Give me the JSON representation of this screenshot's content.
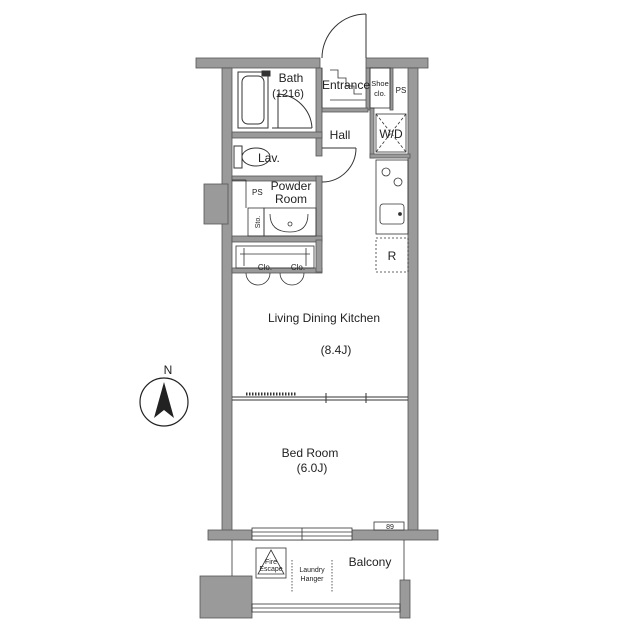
{
  "rooms": {
    "bath": "Bath",
    "bath_size": "(1216)",
    "entrance": "Entrance",
    "shoe_clo_1": "Shoe",
    "shoe_clo_2": "clo.",
    "ps_top": "PS",
    "hall": "Hall",
    "wd": "W/D",
    "lav": "Lav.",
    "powder_1": "Powder",
    "powder_2": "Room",
    "ps_left": "PS",
    "sto": "Sto.",
    "clo_1": "Clo.",
    "clo_2": "Clo.",
    "refrigerator": "R",
    "ldk": "Living Dining Kitchen",
    "ldk_size": "(8.4J)",
    "bedroom": "Bed Room",
    "bedroom_size": "(6.0J)",
    "balcony": "Balcony",
    "fire_escape_1": "Fire",
    "fire_escape_2": "Escape",
    "laundry_1": "Laundry",
    "laundry_2": "Hanger",
    "ac_unit": "89"
  },
  "compass": {
    "label": "N"
  },
  "colors": {
    "wall": "#9a9a9a",
    "wall_outline": "#555555",
    "line": "#333333"
  }
}
